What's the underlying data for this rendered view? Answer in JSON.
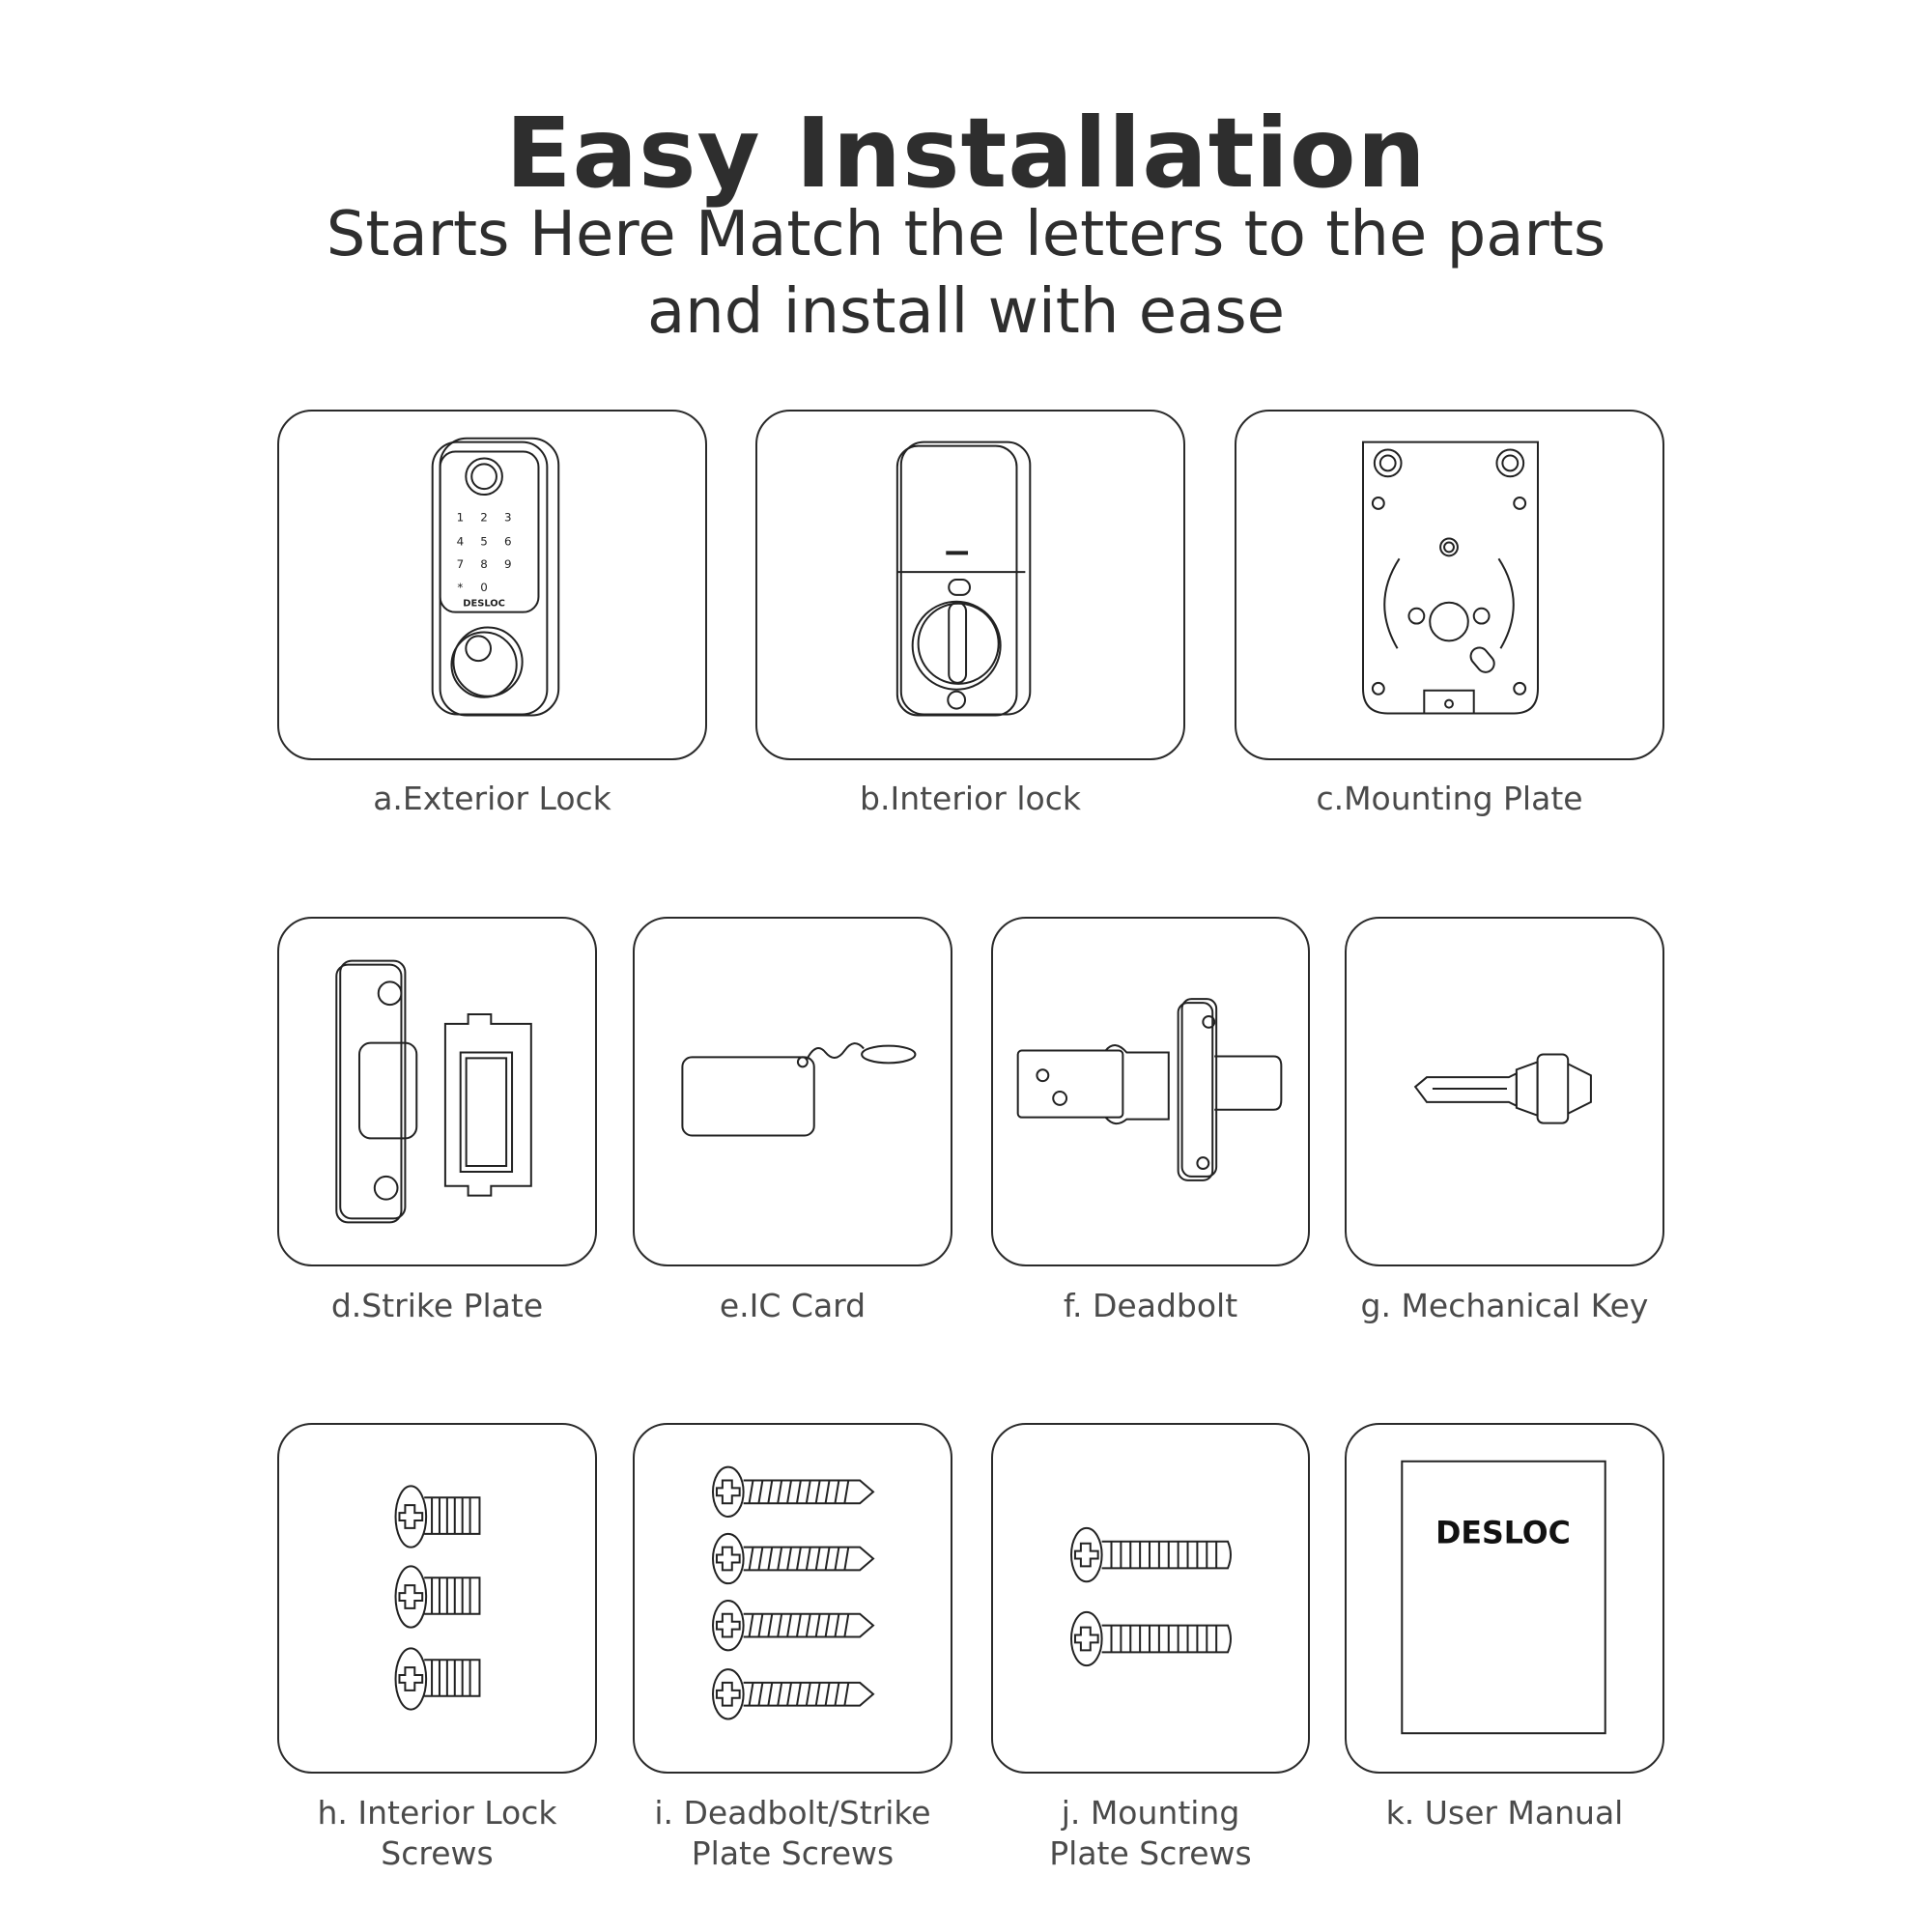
{
  "header": {
    "title": "Easy Installation",
    "subtitle_line1": "Starts Here Match the letters to the parts",
    "subtitle_line2": "and install with ease"
  },
  "parts": [
    {
      "label": "a.Exterior Lock",
      "icon": "exterior-lock"
    },
    {
      "label": "b.Interior lock",
      "icon": "interior-lock"
    },
    {
      "label": "c.Mounting Plate",
      "icon": "mounting-plate"
    },
    {
      "label": "d.Strike Plate",
      "icon": "strike-plate"
    },
    {
      "label": "e.IC Card",
      "icon": "ic-card"
    },
    {
      "label": "f. Deadbolt",
      "icon": "deadbolt"
    },
    {
      "label": "g. Mechanical Key",
      "icon": "key"
    },
    {
      "label_line1": "h. Interior Lock",
      "label_line2": "Screws",
      "icon": "screws"
    },
    {
      "label_line1": "i. Deadbolt/Strike",
      "label_line2": "Plate Screws",
      "icon": "screws"
    },
    {
      "label_line1": "j.  Mounting",
      "label_line2": "Plate Screws",
      "icon": "screws"
    },
    {
      "label": "k. User Manual",
      "icon": "manual"
    }
  ],
  "brand": "DESLOC",
  "keypad": [
    "1",
    "2",
    "3",
    "4",
    "5",
    "6",
    "7",
    "8",
    "9",
    "*",
    "0"
  ]
}
